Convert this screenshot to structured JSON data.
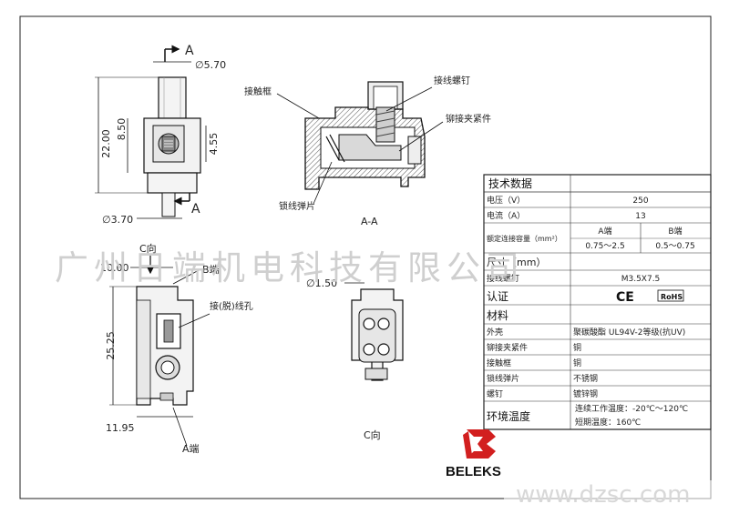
{
  "drawing": {
    "section_mark": "A",
    "top_dia": "∅5.70",
    "height_total": "22.00",
    "height_body": "8.50",
    "height_mid": "4.55",
    "bottom_dia": "∅3.70",
    "section_title": "A-A",
    "label_contact_frame": "接触框",
    "label_screw": "接线螺钉",
    "label_clamp": "铆接夹紧件",
    "label_spring": "锁线弹片",
    "c_view_top": "C向",
    "dim_10": "10.00",
    "b_end": "B端",
    "wire_hole": "接(脱)线孔",
    "dim_25": "25.25",
    "dim_1195": "11.95",
    "a_end": "A端",
    "dia_150": "∅1.50",
    "c_view_bottom": "C向"
  },
  "table": {
    "title": "技术数据",
    "rows": [
      {
        "label": "电压（V）",
        "value": "250"
      },
      {
        "label": "电流（A）",
        "value": "13"
      },
      {
        "label": "额定连接容量（mm²）",
        "a_head": "A端",
        "b_head": "B端",
        "a_val": "0.75～2.5",
        "b_val": "0.5～0.75"
      },
      {
        "label": "尺寸（mm）",
        "value": ""
      },
      {
        "label": "接线螺钉",
        "value": "M3.5X7.5"
      },
      {
        "label": "认证",
        "value": "CE RoHS"
      },
      {
        "label": "材料",
        "value": ""
      },
      {
        "label": "外壳",
        "value": "聚碳酸酯 UL94V-2等级(抗UV)"
      },
      {
        "label": "铆接夹紧件",
        "value": "铜"
      },
      {
        "label": "接触框",
        "value": "铜"
      },
      {
        "label": "锁线弹片",
        "value": "不锈钢"
      },
      {
        "label": "螺钉",
        "value": "镀锌钢"
      },
      {
        "label": "环境温度",
        "value": "连续工作温度：-20℃～120℃",
        "value2": "短期温度：160℃"
      }
    ],
    "ce": "CE",
    "rohs": "RoHS"
  },
  "brand": {
    "logo_text": "BELEKS"
  },
  "watermark": {
    "company": "广州日端机电科技有限公司",
    "url": "www.dzsc.com"
  }
}
